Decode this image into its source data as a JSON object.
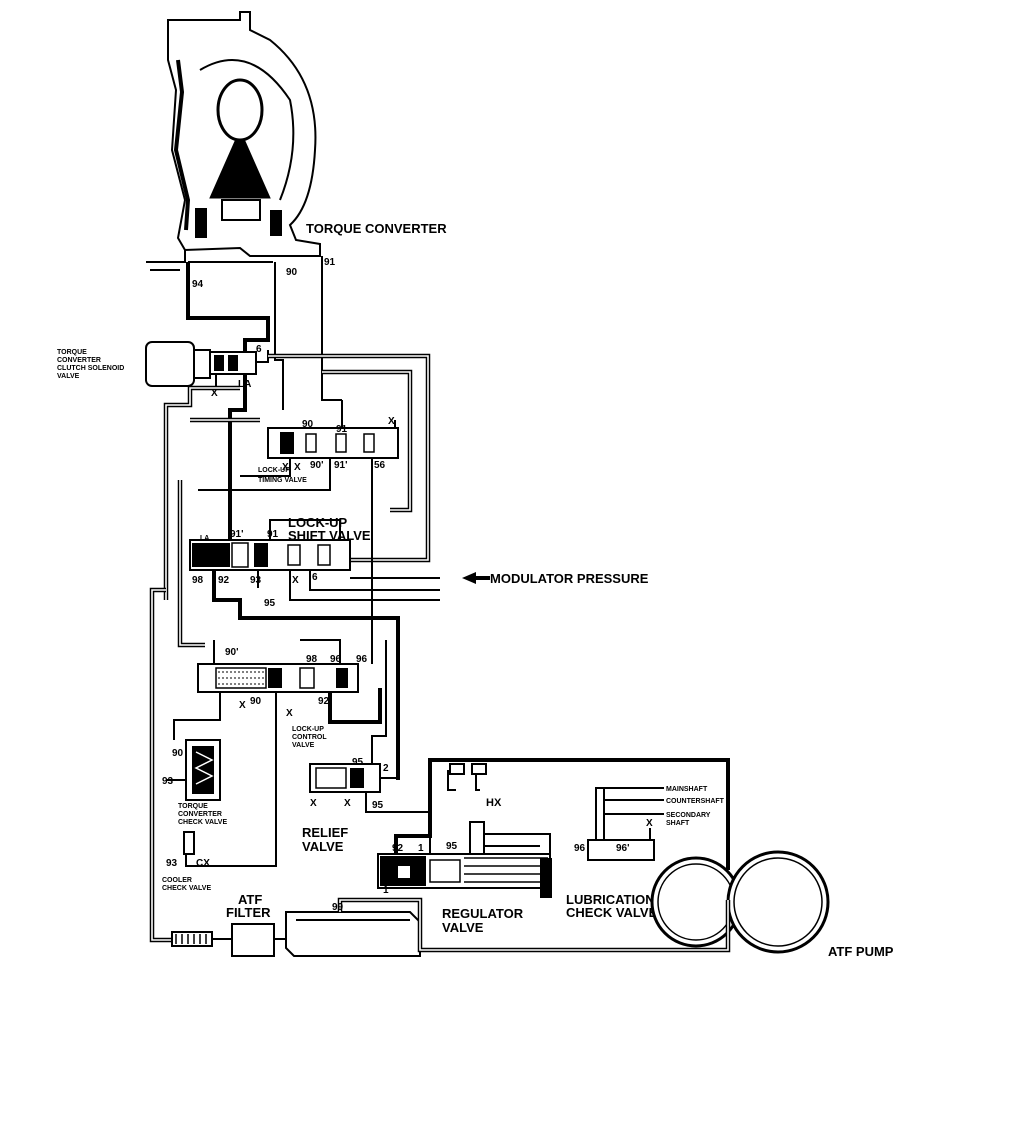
{
  "labels": {
    "torque_converter": "TORQUE CONVERTER",
    "solenoid_l1": "TORQUE",
    "solenoid_l2": "CONVERTER",
    "solenoid_l3": "CLUTCH SOLENOID",
    "solenoid_l4": "VALVE",
    "timing_l1": "LOCK-UP",
    "timing_l2": "TIMING VALVE",
    "shift_l1": "LOCK-UP",
    "shift_l2": "SHIFT VALVE",
    "modulator": "MODULATOR PRESSURE",
    "control_l1": "LOCK-UP",
    "control_l2": "CONTROL",
    "control_l3": "VALVE",
    "tc_check_l1": "TORQUE",
    "tc_check_l2": "CONVERTER",
    "tc_check_l3": "CHECK VALVE",
    "relief_l1": "RELIEF",
    "relief_l2": "VALVE",
    "cooler_l1": "COOLER",
    "cooler_l2": "CHECK VALVE",
    "atf_filter_l1": "ATF",
    "atf_filter_l2": "FILTER",
    "regulator_l1": "REGULATOR",
    "regulator_l2": "VALVE",
    "lubrication_l1": "LUBRICATION",
    "lubrication_l2": "CHECK VALVE",
    "atf_pump": "ATF PUMP",
    "mainshaft": "MAINSHAFT",
    "countershaft": "COUNTERSHAFT",
    "secondary_l1": "SECONDARY",
    "secondary_l2": "SHAFT",
    "hx": "HX"
  },
  "ports": {
    "p90": "90",
    "p91": "91",
    "p94": "94",
    "p6": "6",
    "la": "LA",
    "p90_t": "90",
    "p91_t": "91",
    "p90p_t": "90'",
    "p91p_t": "91'",
    "p56": "56",
    "la_s": "LA",
    "p91p_s": "91'",
    "p91_s": "91",
    "p98": "98",
    "p92": "92",
    "p93": "93",
    "p6_s": "6",
    "p95": "95",
    "p90p_c": "90'",
    "p98_c": "98",
    "p96_c": "96",
    "p90_c": "90",
    "p92_c": "92",
    "p96_c2": "96",
    "p90_k": "90",
    "p93_k": "93",
    "p93_cool": "93",
    "p95_r": "95",
    "p2": "2",
    "p95_r2": "95",
    "p92_reg": "92",
    "p1_reg": "1",
    "p95_reg": "95",
    "p1_reg2": "1",
    "p99": "99",
    "p96_lub": "96",
    "p96p_lub": "96'"
  },
  "x_marks": {
    "x": "X",
    "cx": "CX"
  }
}
